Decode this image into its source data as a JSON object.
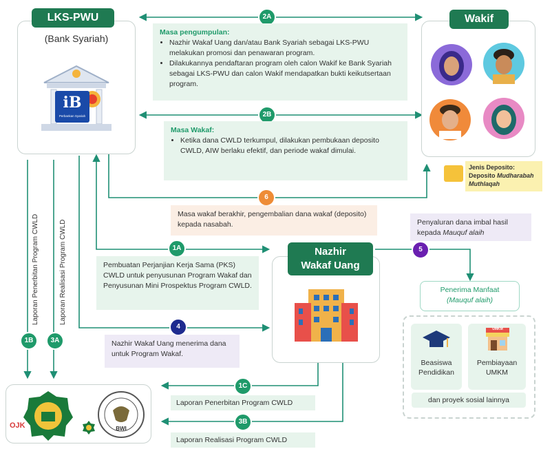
{
  "lks": {
    "title": "LKS-PWU",
    "subtitle": "(Bank Syariah)",
    "logo_text": "iB",
    "logo_caption": "Perbankan Syariah"
  },
  "wakif": {
    "title": "Wakif"
  },
  "nazhir": {
    "title_line1": "Nazhir",
    "title_line2": "Wakaf Uang"
  },
  "step_2a": {
    "badge": "2A",
    "header": "Masa pengumpulan:",
    "bullets": [
      "Nazhir Wakaf Uang dan/atau Bank Syariah sebagai LKS-PWU melakukan promosi dan penawaran program.",
      "Dilakukannya pendaftaran program oleh calon Wakif ke Bank Syariah sebagai LKS-PWU dan calon Wakif mendapatkan bukti keikutsertaan program."
    ]
  },
  "step_2b": {
    "badge": "2B",
    "header": "Masa Wakaf:",
    "bullets": [
      "Ketika dana CWLD terkumpul, dilakukan pembukaan deposito CWLD, AIW berlaku efektif, dan periode wakaf dimulai."
    ]
  },
  "deposit": {
    "label": "Jenis Deposito:",
    "value_prefix": "Deposito ",
    "value_italic": "Mudharabah Muthlaqah"
  },
  "step_6": {
    "badge": "6",
    "text": "Masa wakaf berakhir, pengembalian dana wakaf (deposito) kepada nasabah."
  },
  "step_5": {
    "badge": "5",
    "text": "Penyaluran dana imbal hasil kepada ",
    "text_italic": "Mauquf alaih"
  },
  "step_1a": {
    "badge": "1A",
    "text": "Pembuatan Perjanjian Kerja Sama (PKS) CWLD untuk penyusunan Program Wakaf dan Penyusunan Mini Prospektus Program CWLD."
  },
  "step_4": {
    "badge": "4",
    "text": "Nazhir Wakaf Uang menerima dana untuk Program Wakaf."
  },
  "step_1b": {
    "badge": "1B",
    "vertical_label": "Laporan Penerbitan Program CWLD"
  },
  "step_3a": {
    "badge": "3A",
    "vertical_label": "Laporan Realisasi Program CWLD"
  },
  "step_1c": {
    "badge": "1C",
    "text": "Laporan Penerbitan Program CWLD"
  },
  "step_3b": {
    "badge": "3B",
    "text": "Laporan Realisasi Program CWLD"
  },
  "penerima": {
    "title": "Penerima Manfaat",
    "subtitle": "(Mauquf alaih)",
    "item1": "Beasiswa Pendidikan",
    "item2": "Pembiayaan UMKM",
    "item2_sign": "UMKM",
    "other": "dan proyek sosial lainnya"
  },
  "regulators": {
    "ojk": "OJK",
    "bwi": "BWI"
  },
  "colors": {
    "green": "#1f7a52",
    "teal": "#1f9a6a",
    "orange": "#ee8c36",
    "navy": "#1e2b8f",
    "purple": "#6a1fb0"
  }
}
